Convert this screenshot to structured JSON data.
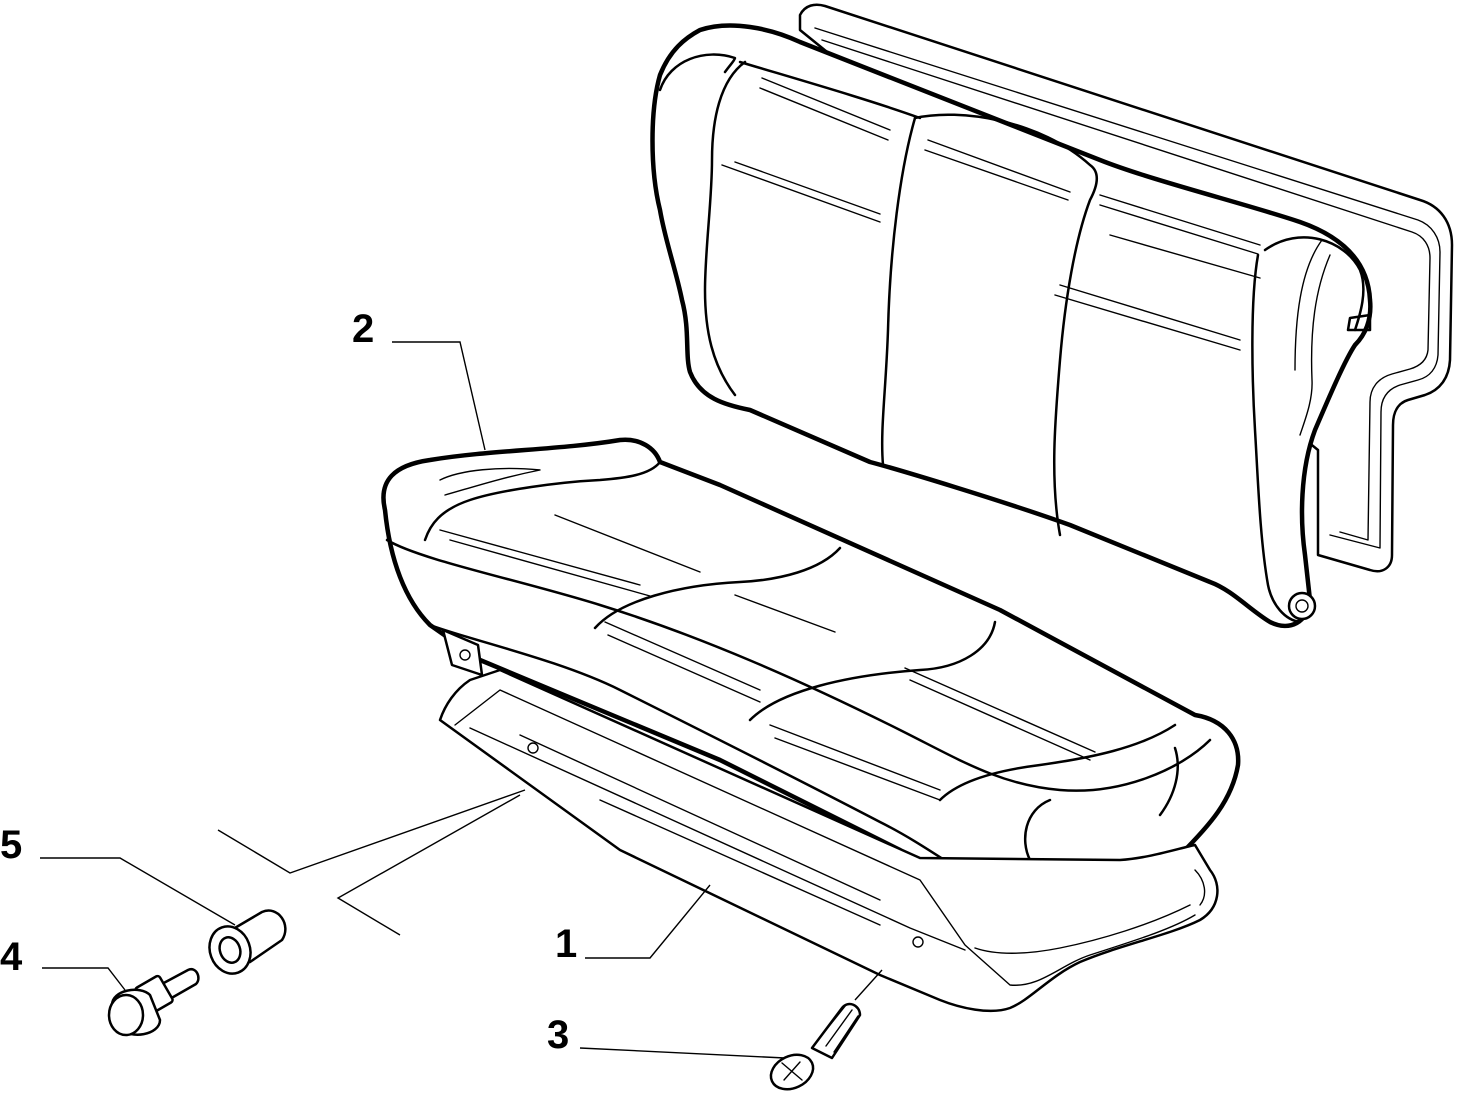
{
  "diagram": {
    "parts": [
      {
        "id": "part-1",
        "callout": "1",
        "icon": "seat-base-frame-icon"
      },
      {
        "id": "part-2",
        "callout": "2",
        "icon": "seat-cushion-icon"
      },
      {
        "id": "part-3",
        "callout": "3",
        "icon": "bolt-icon"
      },
      {
        "id": "part-4",
        "callout": "4",
        "icon": "stud-bolt-icon"
      },
      {
        "id": "part-5",
        "callout": "5",
        "icon": "bushing-icon"
      }
    ],
    "assembly_icons": {
      "backrest": "seat-backrest-icon",
      "cushion": "seat-cushion-icon",
      "base": "seat-base-frame-icon"
    },
    "colors": {
      "line": "#000000",
      "background": "#ffffff"
    }
  }
}
